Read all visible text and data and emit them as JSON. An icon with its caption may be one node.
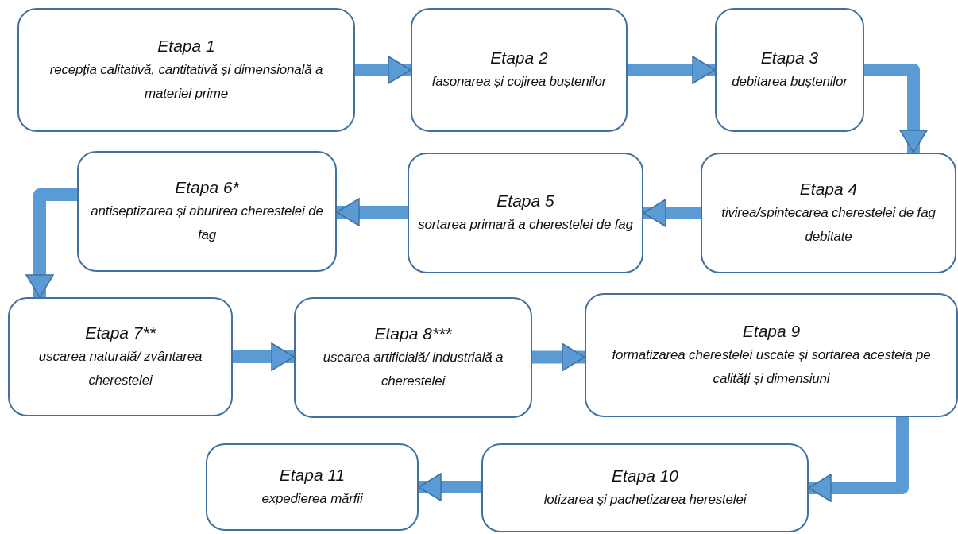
{
  "diagram": {
    "nodes": [
      {
        "text": [
          "Etapa 1",
          "recepția calitativă, cantitativă și dimensională a materiei prime"
        ]
      },
      {
        "text": [
          "Etapa 2",
          "fasonarea și cojirea buștenilor"
        ]
      },
      {
        "text": [
          "Etapa 3",
          "debitarea buștenilor"
        ]
      },
      {
        "text": [
          "Etapa 4",
          "tivirea/spintecarea cherestelei de fag debitate"
        ]
      },
      {
        "text": [
          "Etapa 5",
          "sortarea primară a cherestelei de fag"
        ]
      },
      {
        "text": [
          "Etapa 6*",
          "antiseptizarea și aburirea cherestelei de fag"
        ]
      },
      {
        "text": [
          "Etapa 7**",
          "uscarea naturală/ zvântarea cherestelei"
        ]
      },
      {
        "text": [
          "Etapa 8***",
          "uscarea artificială/ industrială a cherestelei"
        ]
      },
      {
        "text": [
          "Etapa 9",
          "formatizarea cherestelei uscate și sortarea acesteia pe calități și dimensiuni"
        ]
      },
      {
        "text": [
          "Etapa 10",
          "lotizarea și pachetizarea herestelei"
        ]
      },
      {
        "text": [
          "Etapa 11",
          "expedierea mărfii"
        ]
      }
    ],
    "edges": [
      {
        "from": 0,
        "to": 1,
        "arrow": "to"
      },
      {
        "from": 1,
        "to": 2,
        "arrow": "to"
      },
      {
        "from": 2,
        "to": 3,
        "arrow": "to"
      },
      {
        "from": 3,
        "to": 4,
        "arrow": "to"
      },
      {
        "from": 4,
        "to": 5,
        "arrow": "to"
      },
      {
        "from": 5,
        "to": 6,
        "arrow": "to"
      },
      {
        "from": 6,
        "to": 7,
        "arrow": "to"
      },
      {
        "from": 7,
        "to": 8,
        "arrow": "to"
      },
      {
        "from": 8,
        "to": 9,
        "arrow": "to"
      },
      {
        "from": 9,
        "to": 10,
        "arrow": "to"
      }
    ]
  }
}
